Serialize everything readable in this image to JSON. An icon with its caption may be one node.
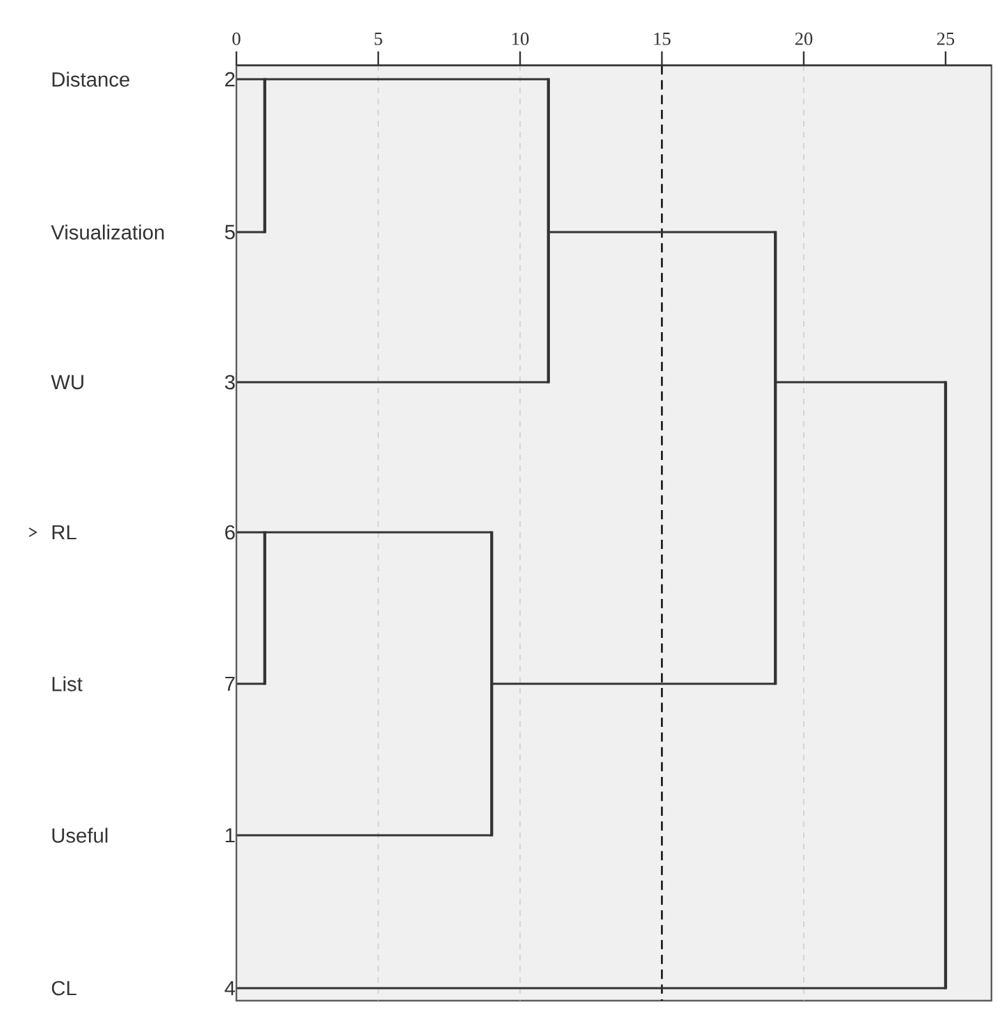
{
  "diagram": {
    "nodes": [
      {
        "text": [
          "Distance"
        ],
        "beside": [
          "2"
        ]
      },
      {
        "text": [
          "Visualization"
        ],
        "beside": [
          "5"
        ]
      },
      {
        "text": [
          "WU"
        ],
        "beside": [
          "3"
        ]
      },
      {
        "text": [
          "RL"
        ],
        "beside": [
          "6"
        ]
      },
      {
        "text": [
          "List"
        ],
        "beside": [
          "7"
        ]
      },
      {
        "text": [
          "Useful"
        ],
        "beside": [
          "1"
        ]
      },
      {
        "text": [
          "CL"
        ],
        "beside": [
          "4"
        ]
      },
      {
        "text": [],
        "shape": "bar"
      },
      {
        "text": [],
        "shape": "bar"
      },
      {
        "text": [],
        "shape": "bar"
      },
      {
        "text": [],
        "shape": "bar"
      },
      {
        "text": [],
        "shape": "bar"
      },
      {
        "text": [],
        "shape": "bar"
      }
    ],
    "edges": [
      {
        "from": 0,
        "to": 7,
        "arrow": "none"
      },
      {
        "from": 1,
        "to": 7,
        "arrow": "none"
      },
      {
        "from": 7,
        "to": 8,
        "arrow": "none"
      },
      {
        "from": 2,
        "to": 8,
        "arrow": "none"
      },
      {
        "from": 3,
        "to": 9,
        "arrow": "none"
      },
      {
        "from": 4,
        "to": 9,
        "arrow": "none"
      },
      {
        "from": 9,
        "to": 10,
        "arrow": "none"
      },
      {
        "from": 5,
        "to": 10,
        "arrow": "none"
      },
      {
        "from": 8,
        "to": 11,
        "arrow": "none"
      },
      {
        "from": 10,
        "to": 11,
        "arrow": "none"
      },
      {
        "from": 11,
        "to": 12,
        "arrow": "none"
      },
      {
        "from": 6,
        "to": 12,
        "arrow": "none"
      }
    ],
    "labels": [
      "0",
      "5",
      "10",
      "15",
      "20",
      "25"
    ]
  }
}
